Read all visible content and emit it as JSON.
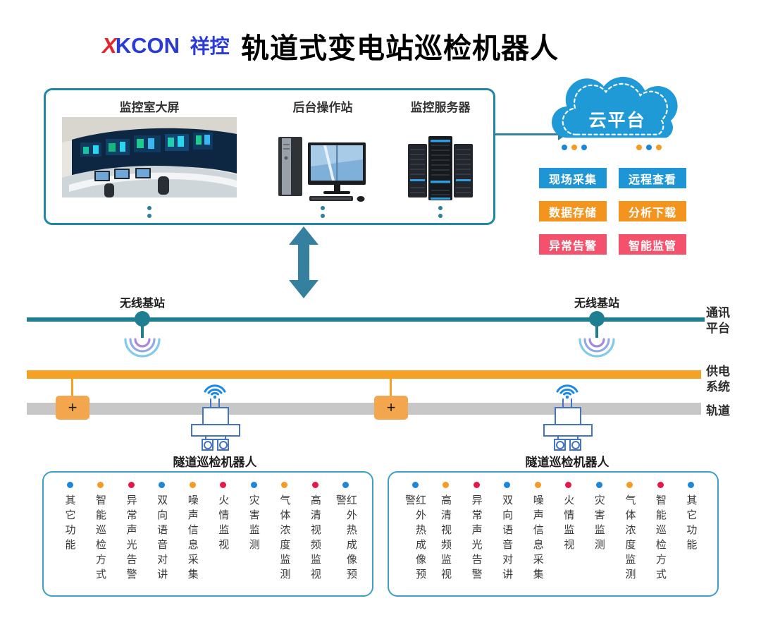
{
  "header": {
    "logo": {
      "mark": "X",
      "name": "KCON",
      "suffix": "祥控"
    },
    "title": "轨道式变电站巡检机器人"
  },
  "control_center": {
    "stations": [
      {
        "label": "监控室大屏"
      },
      {
        "label": "后台操作站"
      },
      {
        "label": "监控服务器"
      }
    ]
  },
  "cloud": {
    "label": "云平台",
    "dots_left": [
      "#1b87d9",
      "#f59a23",
      "#1b87d9"
    ],
    "dots_right": [
      "#f59a23",
      "#1b87d9",
      "#f59a23"
    ],
    "functions": [
      {
        "label": "现场采集",
        "color": "#1e95d4"
      },
      {
        "label": "远程查看",
        "color": "#1e95d4"
      },
      {
        "label": "数据存储",
        "color": "#f2941d"
      },
      {
        "label": "分析下载",
        "color": "#f2941d"
      },
      {
        "label": "异常告警",
        "color": "#f4516c"
      },
      {
        "label": "智能监管",
        "color": "#f4516c"
      }
    ]
  },
  "network": {
    "comm_platform_label": "通讯平台",
    "power_system_label": "供电系统",
    "track_label": "轨道",
    "power_tap_symbol": "+",
    "base_stations": [
      {
        "label": "无线基站"
      },
      {
        "label": "无线基站"
      }
    ],
    "robots": [
      {
        "label": "隧道巡检机器人"
      },
      {
        "label": "隧道巡检机器人"
      }
    ]
  },
  "palette": {
    "teal_line": "#1f7f91",
    "power_line": "#f5a126",
    "track_line": "#c7c7c7",
    "arrow": "#35809f",
    "cloud_blue": "#1f9ad7",
    "robot_outline": "#4472c4",
    "wifi_blue": "#1e88e5"
  },
  "feature_boxes": [
    {
      "items": [
        {
          "label": "其它功能",
          "dot": "#1b87d9"
        },
        {
          "label": "智能巡检方式",
          "dot": "#f59a23"
        },
        {
          "label": "异常声光告警",
          "dot": "#e8174a"
        },
        {
          "label": "双向语音对讲",
          "dot": "#1b87d9"
        },
        {
          "label": "噪声信息采集",
          "dot": "#f59a23"
        },
        {
          "label": "火情监视",
          "dot": "#e8174a"
        },
        {
          "label": "灾害监测",
          "dot": "#1b87d9"
        },
        {
          "label": "气体浓度监测",
          "dot": "#f59a23"
        },
        {
          "label": "高清视频监视",
          "dot": "#e8174a"
        },
        {
          "label": "红外热成像预警",
          "dot": "#1b87d9"
        }
      ]
    },
    {
      "items": [
        {
          "label": "红外热成像预警",
          "dot": "#1b87d9"
        },
        {
          "label": "高清视频监视",
          "dot": "#f59a23"
        },
        {
          "label": "异常声光告警",
          "dot": "#e8174a"
        },
        {
          "label": "双向语音对讲",
          "dot": "#1b87d9"
        },
        {
          "label": "噪声信息采集",
          "dot": "#f59a23"
        },
        {
          "label": "火情监视",
          "dot": "#e8174a"
        },
        {
          "label": "灾害监测",
          "dot": "#1b87d9"
        },
        {
          "label": "气体浓度监测",
          "dot": "#f59a23"
        },
        {
          "label": "智能巡检方式",
          "dot": "#e8174a"
        },
        {
          "label": "其它功能",
          "dot": "#1b87d9"
        }
      ]
    }
  ]
}
